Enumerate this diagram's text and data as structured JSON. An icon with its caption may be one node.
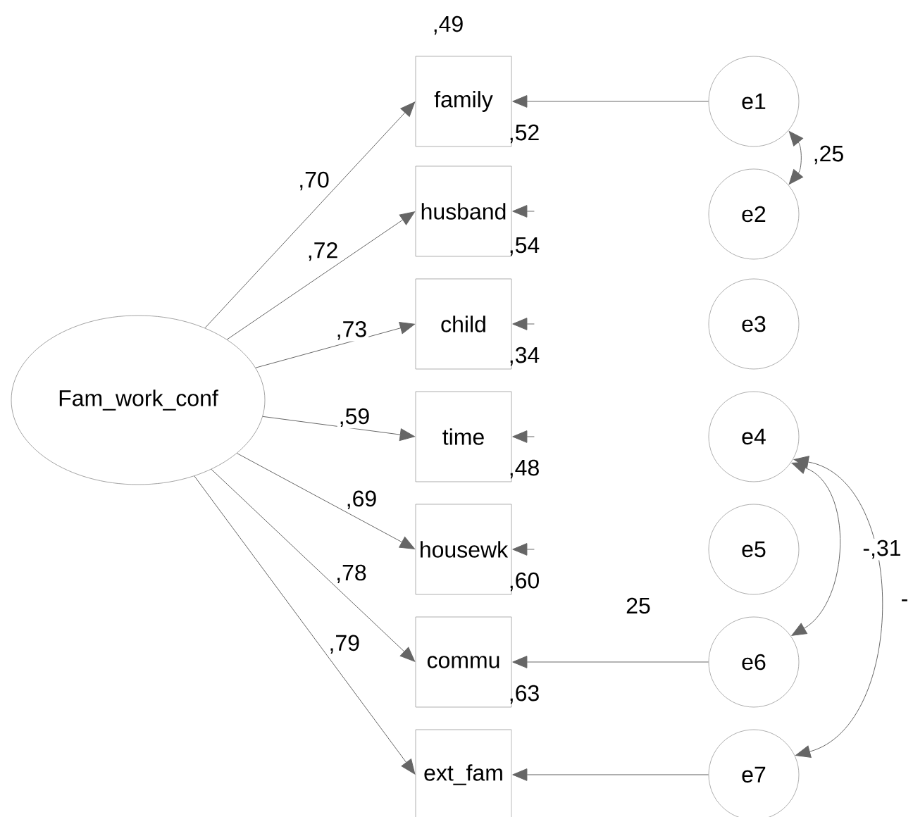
{
  "diagram": {
    "nodes": [
      {
        "text": [
          "Fam_work_conf"
        ]
      },
      {
        "text": [
          "family"
        ],
        "beside": [
          ",49",
          ",52"
        ]
      },
      {
        "text": [
          "husband"
        ],
        "beside": [
          ",54"
        ]
      },
      {
        "text": [
          "child"
        ],
        "beside": [
          ",34"
        ]
      },
      {
        "text": [
          "time"
        ],
        "beside": [
          ",48"
        ]
      },
      {
        "text": [
          "housewk"
        ],
        "beside": [
          ",60"
        ]
      },
      {
        "text": [
          "commu"
        ],
        "beside": [
          ",63"
        ]
      },
      {
        "text": [
          "ext_fam"
        ]
      },
      {
        "text": [
          "e1"
        ]
      },
      {
        "text": [
          "e2"
        ]
      },
      {
        "text": [
          "e3"
        ]
      },
      {
        "text": [
          "e4"
        ]
      },
      {
        "text": [
          "e5"
        ]
      },
      {
        "text": [
          "e6"
        ]
      },
      {
        "text": [
          "e7"
        ]
      }
    ],
    "edges": [
      {
        "from": 0,
        "to": 1,
        "arrow": "to",
        "label": ",70"
      },
      {
        "from": 0,
        "to": 2,
        "arrow": "to",
        "label": ",72"
      },
      {
        "from": 0,
        "to": 3,
        "arrow": "to",
        "label": ",73"
      },
      {
        "from": 0,
        "to": 4,
        "arrow": "to",
        "label": ",59"
      },
      {
        "from": 0,
        "to": 5,
        "arrow": "to",
        "label": ",69"
      },
      {
        "from": 0,
        "to": 6,
        "arrow": "to",
        "label": ",78"
      },
      {
        "from": 0,
        "to": 7,
        "arrow": "to",
        "label": ",79"
      },
      {
        "from": 8,
        "to": 1,
        "arrow": "to"
      },
      {
        "from": null,
        "to": 2,
        "arrow": "to"
      },
      {
        "from": null,
        "to": 3,
        "arrow": "to"
      },
      {
        "from": null,
        "to": 4,
        "arrow": "to"
      },
      {
        "from": null,
        "to": 5,
        "arrow": "to"
      },
      {
        "from": 13,
        "to": 6,
        "arrow": "to"
      },
      {
        "from": 14,
        "to": 7,
        "arrow": "to"
      },
      {
        "from": 8,
        "to": 9,
        "arrow": "both",
        "label": ",25"
      },
      {
        "from": 11,
        "to": 13,
        "arrow": "both",
        "label": "-,31"
      },
      {
        "from": 11,
        "to": 14,
        "arrow": "both",
        "label": "-"
      }
    ],
    "labels": [
      "25"
    ]
  }
}
